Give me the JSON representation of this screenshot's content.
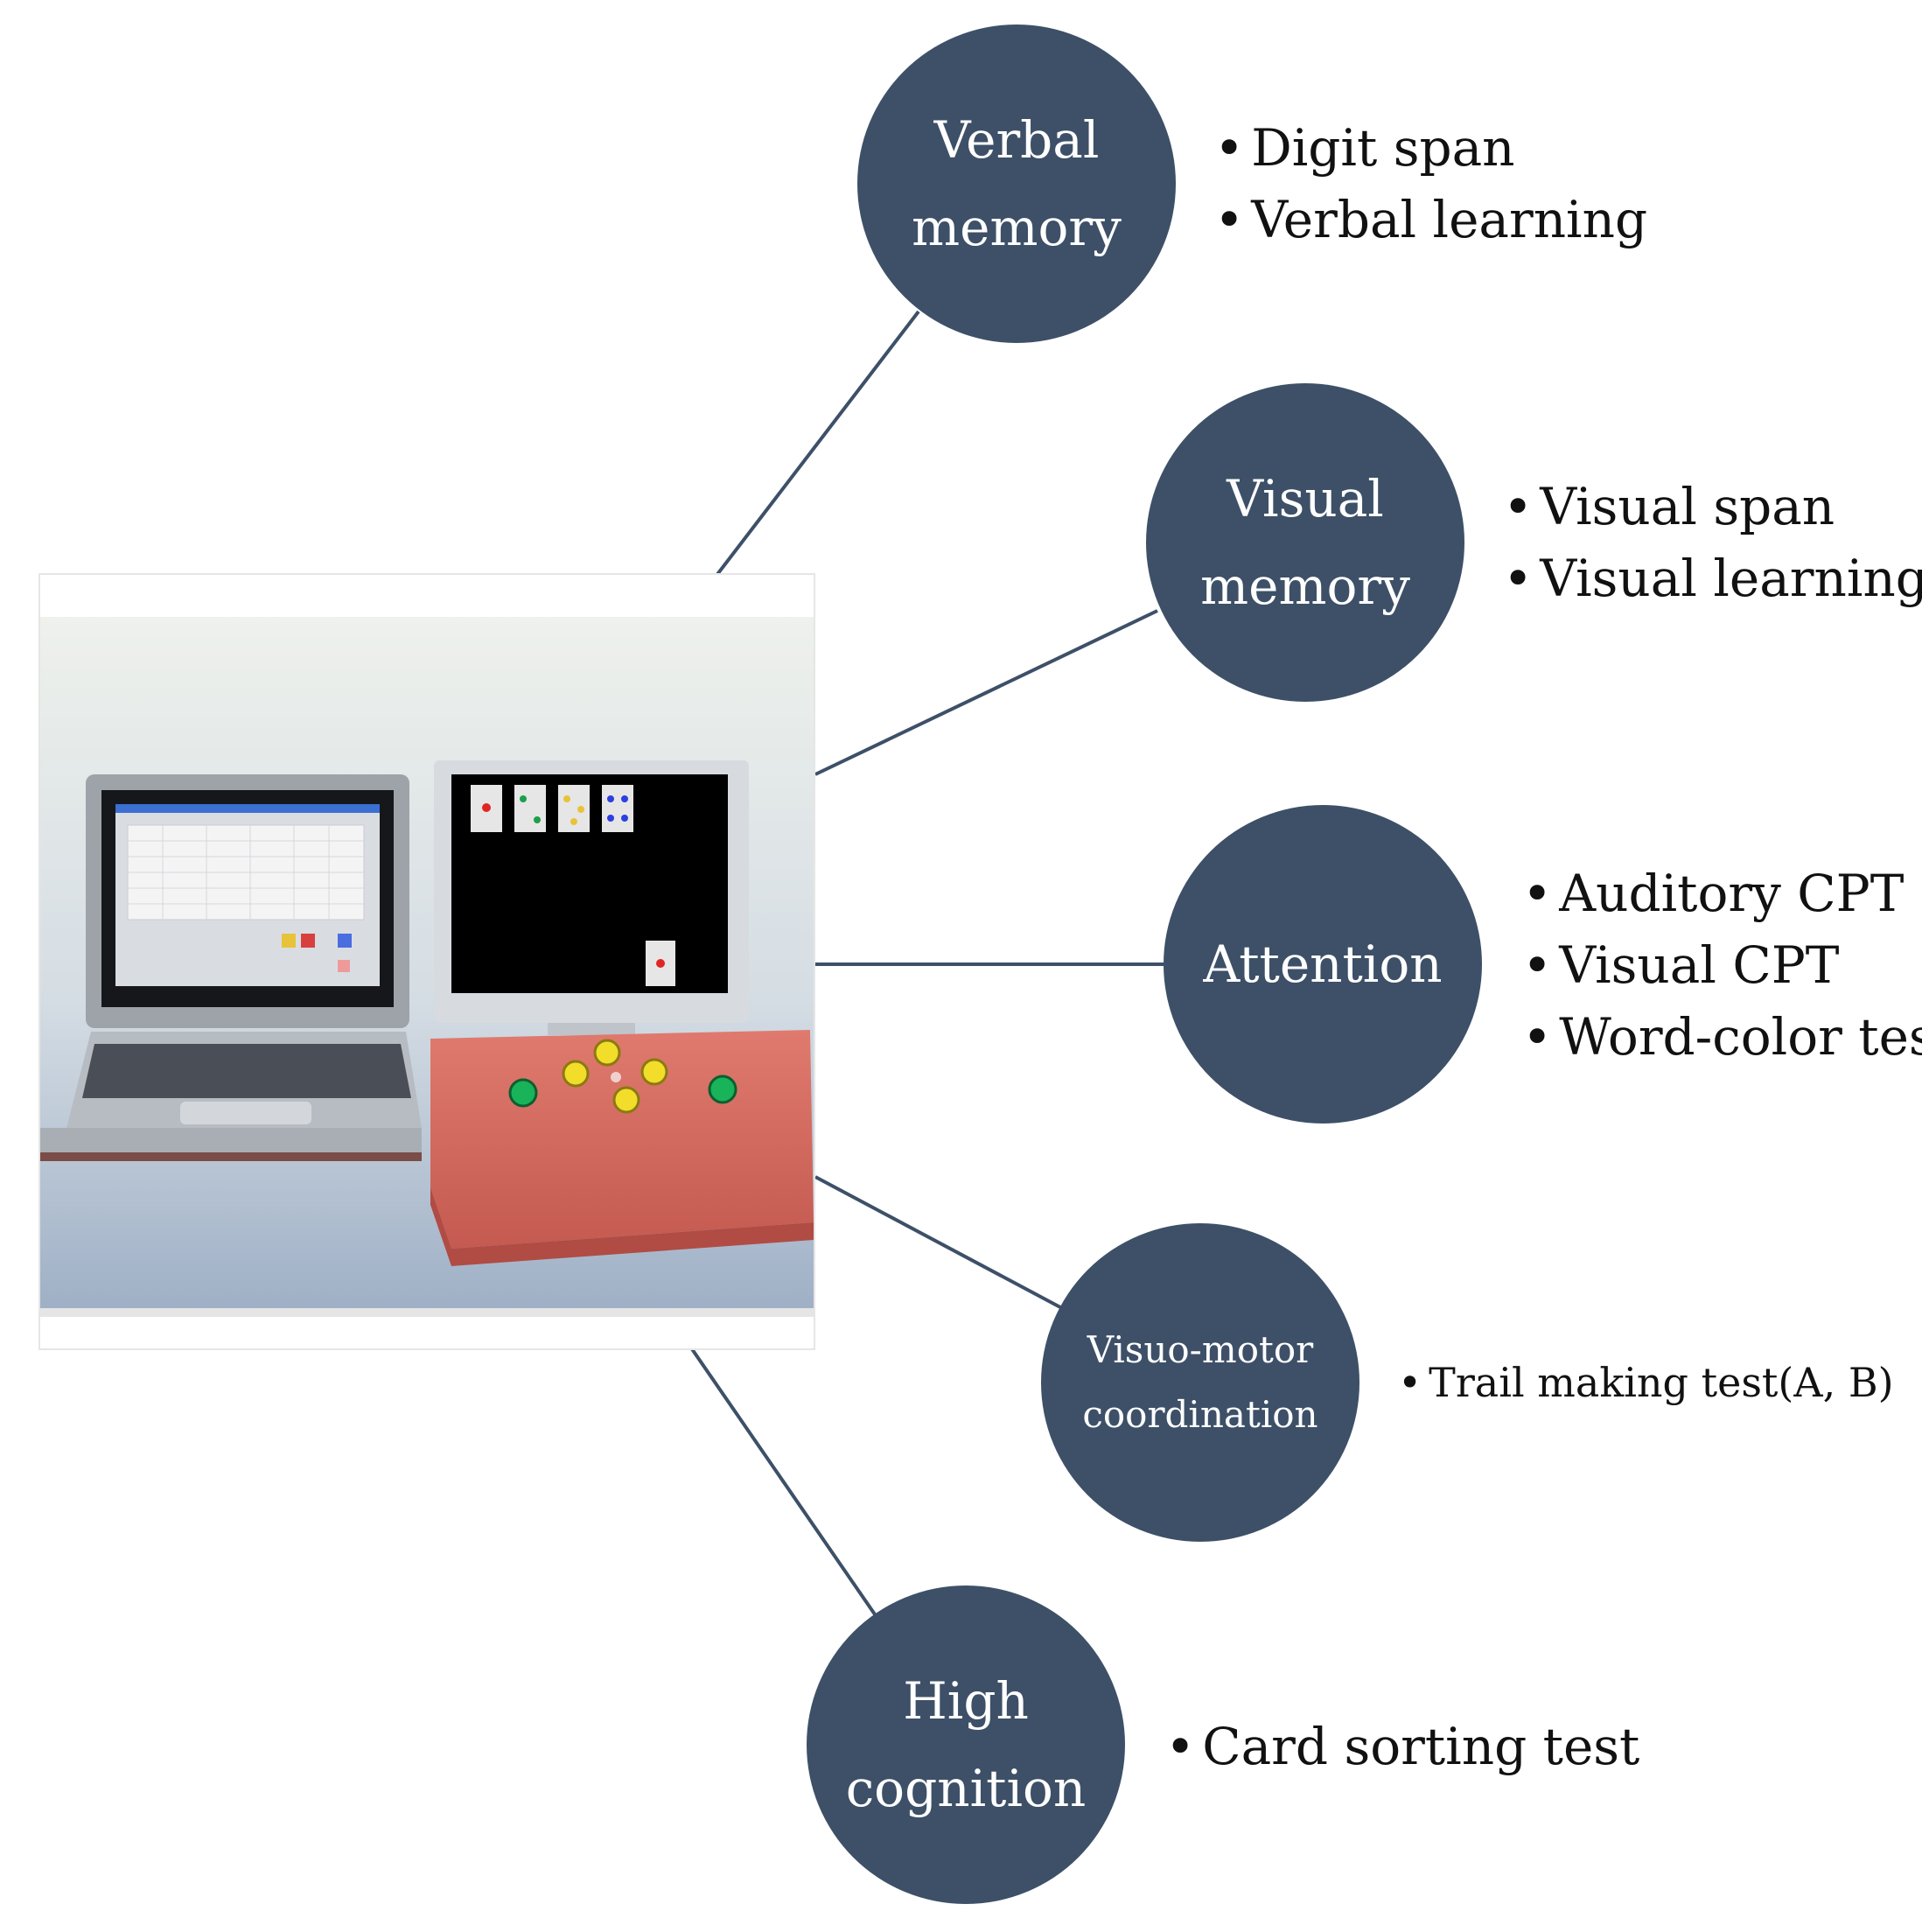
{
  "colors": {
    "node": "#3d5068",
    "line": "#3d5068",
    "text": "#111111"
  },
  "nodes": [
    {
      "id": "verbal-memory",
      "label": [
        "Verbal",
        "memory"
      ],
      "items": [
        "Digit span",
        "Verbal learning"
      ]
    },
    {
      "id": "visual-memory",
      "label": [
        "Visual",
        "memory"
      ],
      "items": [
        "Visual span",
        "Visual learning"
      ]
    },
    {
      "id": "attention",
      "label": [
        "Attention"
      ],
      "items": [
        "Auditory CPT",
        "Visual CPT",
        "Word-color test"
      ]
    },
    {
      "id": "visuo-motor",
      "label": [
        "Visuo-motor",
        "coordination"
      ],
      "items": [
        "Trail making test(A, B)"
      ]
    },
    {
      "id": "high-cognition",
      "label": [
        "High",
        "cognition"
      ],
      "items": [
        "Card sorting test"
      ]
    }
  ],
  "device_image": {
    "description_icon": "computer-test-apparatus"
  }
}
